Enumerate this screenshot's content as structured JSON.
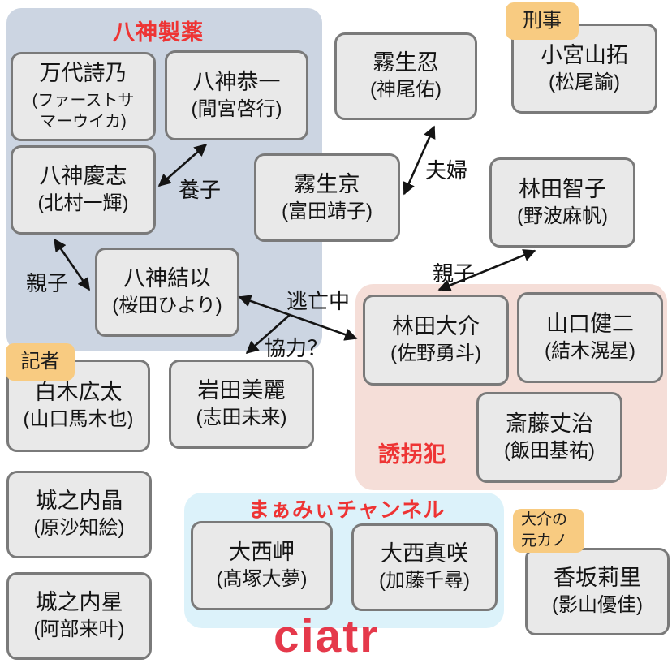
{
  "logo": "ciatr",
  "regions": {
    "yagami": {
      "title": "八神製薬"
    },
    "kidnappers": {
      "title": "誘拐犯"
    },
    "channel": {
      "title": "まぁみぃチャンネル"
    }
  },
  "role_labels": {
    "detective": "刑事",
    "reporter": "記者",
    "ex_girlfriend": "大介の\n元カノ"
  },
  "people": [
    {
      "name": "万代詩乃",
      "actor": "(ファーストサ\nマーウイカ)"
    },
    {
      "name": "八神恭一",
      "actor": "(間宮啓行)"
    },
    {
      "name": "八神慶志",
      "actor": "(北村一輝)"
    },
    {
      "name": "霧生忍",
      "actor": "(神尾佑)"
    },
    {
      "name": "小宮山拓",
      "actor": "(松尾諭)"
    },
    {
      "name": "霧生京",
      "actor": "(富田靖子)"
    },
    {
      "name": "林田智子",
      "actor": "(野波麻帆)"
    },
    {
      "name": "八神結以",
      "actor": "(桜田ひより)"
    },
    {
      "name": "白木広太",
      "actor": "(山口馬木也)"
    },
    {
      "name": "岩田美麗",
      "actor": "(志田未来)"
    },
    {
      "name": "林田大介",
      "actor": "(佐野勇斗)"
    },
    {
      "name": "山口健二",
      "actor": "(結木滉星)"
    },
    {
      "name": "斎藤丈治",
      "actor": "(飯田基祐)"
    },
    {
      "name": "城之内晶",
      "actor": "(原沙知絵)"
    },
    {
      "name": "城之内星",
      "actor": "(阿部来叶)"
    },
    {
      "name": "大西岬",
      "actor": "(髙塚大夢)"
    },
    {
      "name": "大西真咲",
      "actor": "(加藤千尋)"
    },
    {
      "name": "香坂莉里",
      "actor": "(影山優佳)"
    }
  ],
  "relationships": [
    {
      "label": "養子"
    },
    {
      "label": "親子"
    },
    {
      "label": "夫婦"
    },
    {
      "label": "親子"
    },
    {
      "label": "逃亡中"
    },
    {
      "label": "協力？"
    }
  ],
  "colors": {
    "red_title": "#ee3434",
    "logo_red": "#e5394b",
    "role_orange": "#f8cb81",
    "region_blue": "#ccd5e2",
    "region_pink": "#f5ded8",
    "region_lightblue": "#dcf2fa",
    "box_fill": "#e9e9e9",
    "box_border": "#7a7a7a"
  }
}
